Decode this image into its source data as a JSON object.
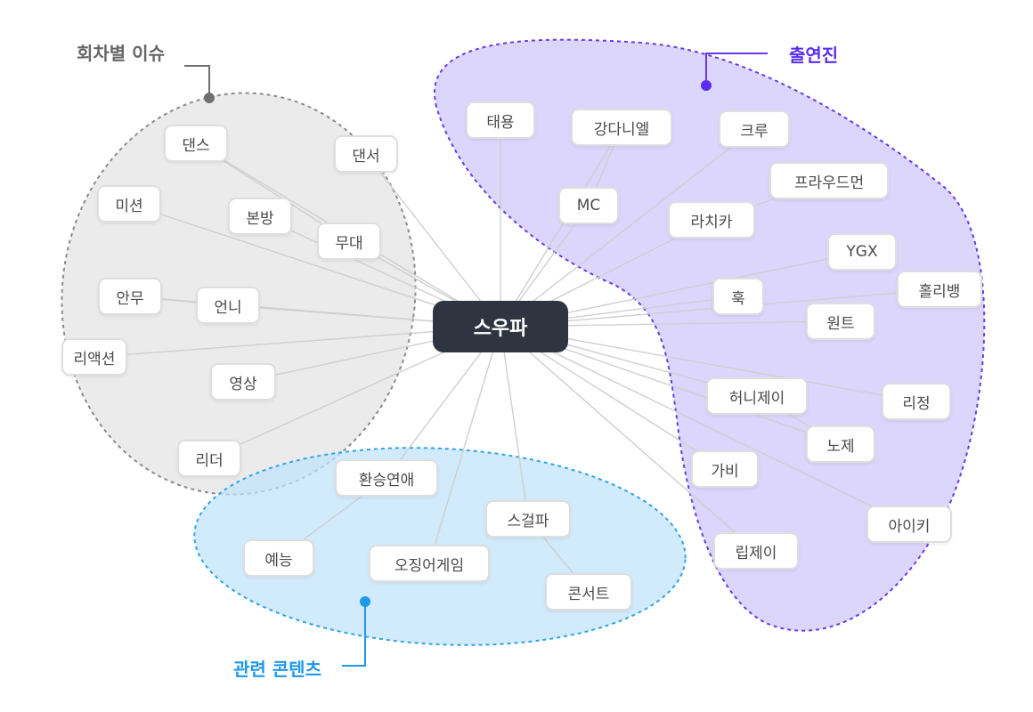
{
  "center": {
    "label": "스우파"
  },
  "groups": {
    "issues": {
      "title": "회차별 이슈",
      "color": "#707070"
    },
    "cast": {
      "title": "출연진",
      "color": "#6a3be4"
    },
    "content": {
      "title": "관련 콘텐츠",
      "color": "#1f98e8"
    }
  },
  "nodes": {
    "dance": "댄스",
    "dancer": "댄서",
    "mission": "미션",
    "bonbang": "본방",
    "stage": "무대",
    "choreo": "안무",
    "unni": "언니",
    "reaction": "리액션",
    "video": "영상",
    "leader": "리더",
    "taeyong": "태용",
    "kangdaniel": "강다니엘",
    "crew": "크루",
    "proudmen": "프라우드먼",
    "mc": "MC",
    "lachica": "라치카",
    "ygx": "YGX",
    "hook": "훅",
    "holybang": "홀리뱅",
    "wantid": "원트",
    "honeyj": "허니제이",
    "lijung": "리정",
    "noze": "노제",
    "gabi": "가비",
    "aiki": "아이키",
    "lipj": "립제이",
    "heartsignal": "환승연애",
    "variety": "예능",
    "squidgame": "오징어게임",
    "sgirlpa": "스걸파",
    "concert": "콘서트"
  }
}
